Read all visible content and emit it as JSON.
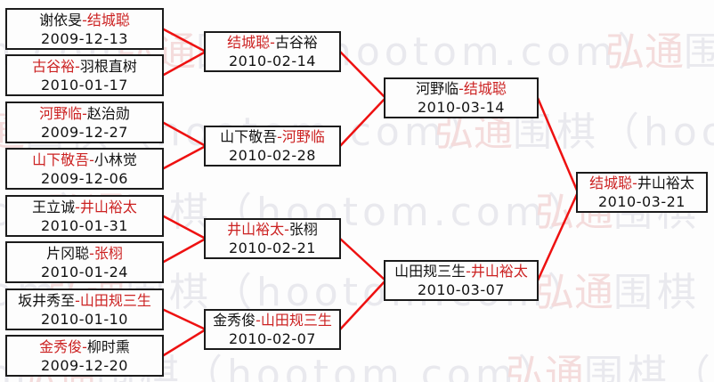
{
  "watermark": {
    "brand_cn": "弘通",
    "brand_rest": "围棋（hootom.com）"
  },
  "separator": "-",
  "colors": {
    "winner_red": "#cc2222",
    "line_red": "#ee1111",
    "box_border": "#1b1b1b",
    "watermark_pink": "#f4dcdc",
    "watermark_gray": "#e9e9ee"
  },
  "rounds": [
    {
      "matches": [
        {
          "p1": "谢依旻",
          "p2": "结城聪",
          "winner": "p2",
          "date": "2009-12-13"
        },
        {
          "p1": "古谷裕",
          "p2": "羽根直树",
          "winner": "p1",
          "date": "2010-01-17"
        },
        {
          "p1": "河野临",
          "p2": "赵治勋",
          "winner": "p1",
          "date": "2009-12-27"
        },
        {
          "p1": "山下敬吾",
          "p2": "小林觉",
          "winner": "p1",
          "date": "2009-12-06"
        },
        {
          "p1": "王立诚",
          "p2": "井山裕太",
          "winner": "p2",
          "date": "2010-01-31"
        },
        {
          "p1": "片冈聪",
          "p2": "张栩",
          "winner": "p2",
          "date": "2010-01-24"
        },
        {
          "p1": "坂井秀至",
          "p2": "山田规三生",
          "winner": "p2",
          "date": "2010-01-10"
        },
        {
          "p1": "金秀俊",
          "p2": "柳时熏",
          "winner": "p1",
          "date": "2009-12-20"
        }
      ]
    },
    {
      "matches": [
        {
          "p1": "结城聪",
          "p2": "古谷裕",
          "winner": "p1",
          "date": "2010-02-14"
        },
        {
          "p1": "山下敬吾",
          "p2": "河野临",
          "winner": "p2",
          "date": "2010-02-28"
        },
        {
          "p1": "井山裕太",
          "p2": "张栩",
          "winner": "p1",
          "date": "2010-02-21"
        },
        {
          "p1": "金秀俊",
          "p2": "山田规三生",
          "winner": "p2",
          "date": "2010-02-07"
        }
      ]
    },
    {
      "matches": [
        {
          "p1": "河野临",
          "p2": "结城聪",
          "winner": "p2",
          "date": "2010-03-14"
        },
        {
          "p1": "山田规三生",
          "p2": "井山裕太",
          "winner": "p2",
          "date": "2010-03-07"
        }
      ]
    },
    {
      "matches": [
        {
          "p1": "结城聪",
          "p2": "井山裕太",
          "winner": "p1",
          "date": "2010-03-21"
        }
      ]
    }
  ]
}
